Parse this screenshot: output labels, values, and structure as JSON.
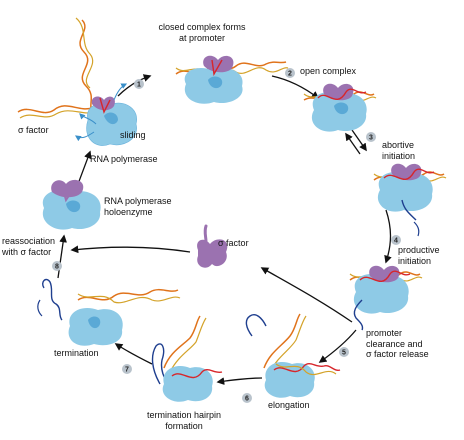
{
  "labels": {
    "closed_complex": "closed complex forms",
    "at_promoter": "at promoter",
    "open_complex": "open complex",
    "abortive": "abortive",
    "initiation_a": "initiation",
    "productive": "productive",
    "initiation_b": "initiation",
    "promoter_clearance_1": "promoter",
    "promoter_clearance_2": "clearance and",
    "promoter_clearance_3": "σ factor release",
    "elongation": "elongation",
    "termination_hairpin_1": "termination hairpin",
    "termination_hairpin_2": "formation",
    "termination": "termination",
    "reassociation_1": "reassociation",
    "reassociation_2": "with σ factor",
    "holoenzyme_1": "RNA polymerase",
    "holoenzyme_2": "holoenzyme",
    "rna_polymerase": "RNA polymerase",
    "sigma_factor_left": "σ factor",
    "sigma_factor_free": "σ factor",
    "sliding": "sliding"
  },
  "steps": [
    "1",
    "2",
    "3",
    "4",
    "5",
    "6",
    "7",
    "8"
  ],
  "colors": {
    "polymerase": "#8ecae6",
    "polymerase_dark": "#5aa9d6",
    "sigma": "#9b72b0",
    "dna_strand_a": "#e0731b",
    "dna_strand_b": "#d4a32a",
    "dna_red": "#d7262b",
    "rna": "#1f3f8f",
    "step_circle": "#b9c3cc",
    "arrow": "#111111"
  }
}
